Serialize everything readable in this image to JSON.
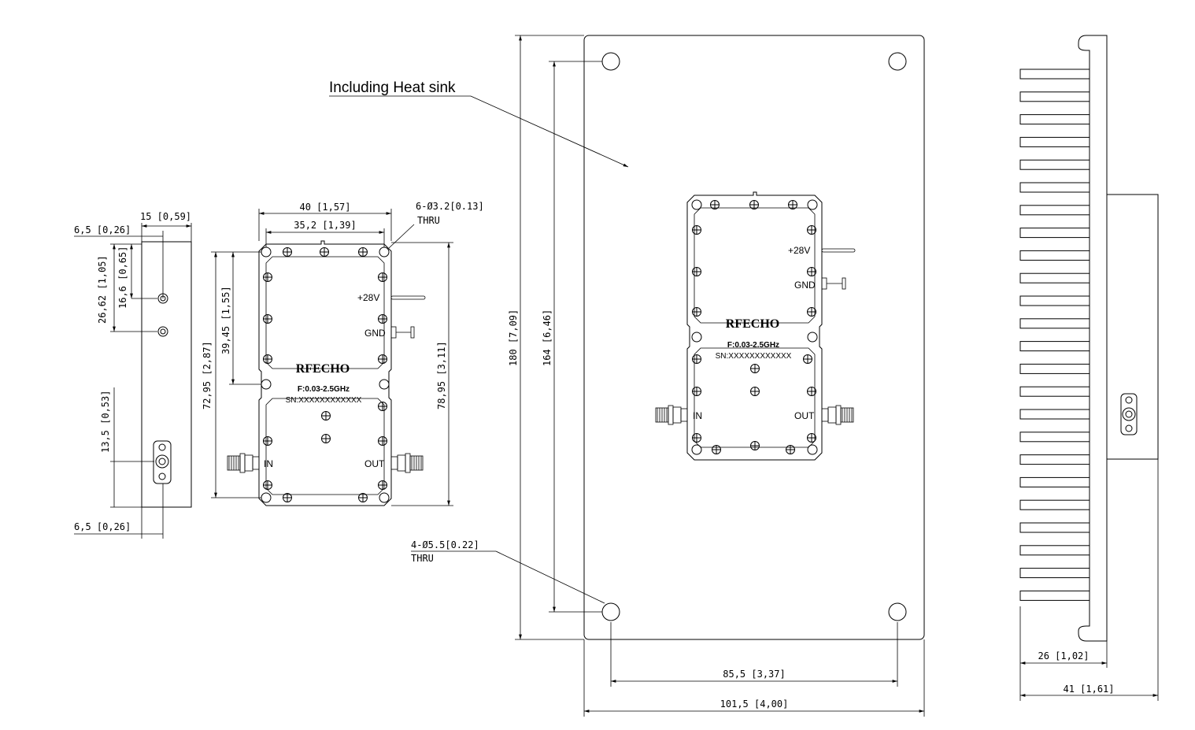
{
  "callout": {
    "heatsink": "Including Heat sink"
  },
  "module": {
    "brand": "RFECHO",
    "freq": "F:0.03-2.5GHz",
    "sn": "SN:XXXXXXXXXXXX",
    "plus28": "+28V",
    "gnd": "GND",
    "in": "IN",
    "out": "OUT"
  },
  "side_view": {
    "top_width": "15 [0,59]",
    "top_offset": "6,5 [0,26]",
    "bottom_offset": "6,5 [0,26]",
    "h_2662": "26,62 [1,05]",
    "h_166": "16,6 [0,65]",
    "h_135": "13,5 [0,53]"
  },
  "front_view": {
    "w_40": "40 [1,57]",
    "w_352": "35,2 [1,39]",
    "holes_a": "6-Ø3.2[0.13]",
    "holes_b": "THRU",
    "h_7295": "72,95 [2,87]",
    "h_3945": "39,45 [1,55]",
    "h_7895": "78,95 [3,11]"
  },
  "heatsink_view": {
    "h_180": "180 [7,09]",
    "h_164": "164 [6,46]",
    "holes_a": "4-Ø5.5[0.22]",
    "holes_b": "THRU",
    "w_855": "85,5 [3,37]",
    "w_1015": "101,5 [4,00]"
  },
  "fin_view": {
    "w_26": "26 [1,02]",
    "w_41": "41 [1,61]"
  }
}
